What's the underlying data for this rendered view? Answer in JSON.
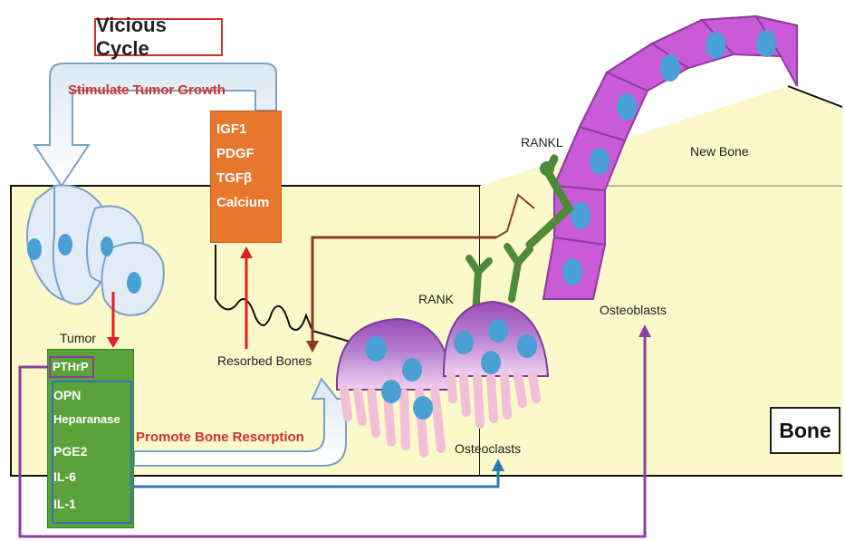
{
  "title": "Vicious Cycle",
  "arrows": {
    "stimulate_label": "Stimulate Tumor Growth",
    "promote_label": "Promote Bone Resorption"
  },
  "growth_factors": [
    "IGF1",
    "PDGF",
    "TGFβ",
    "Calcium"
  ],
  "tumor_factors": {
    "pthrp": "PTHrP",
    "others": [
      "OPN",
      "Heparanase",
      "PGE2",
      "IL-6",
      "IL-1"
    ]
  },
  "labels": {
    "tumor": "Tumor",
    "resorbed_bones": "Resorbed Bones",
    "rank": "RANK",
    "rankl": "RANKL",
    "new_bone": "New Bone",
    "osteoblasts": "Osteoblasts",
    "osteoclasts": "Osteoclasts",
    "bone": "Bone"
  },
  "colors": {
    "bone_fill": "#fbf8c9",
    "factor_box": "#e8772e",
    "tumor_factor_box": "#5ba23a",
    "stimulate_text": "#d0322d",
    "osteoblast": "#c95bd8",
    "osteoclast": "#9a5ab8",
    "nucleus": "#4a9fd4",
    "rank_receptor": "#4f8a3a"
  }
}
